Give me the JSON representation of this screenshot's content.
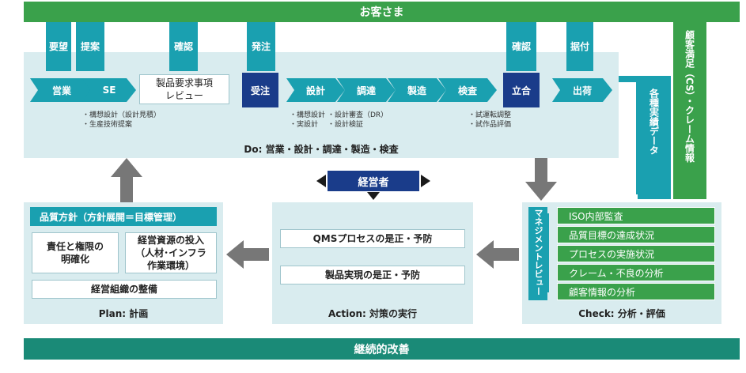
{
  "top_bar": "お客さま",
  "bottom_bar": "継続的改善",
  "tags": {
    "youbou": "要望",
    "teian": "提案",
    "kakunin1": "確認",
    "hacchu": "発注",
    "kakunin2": "確認",
    "suetsuke": "据付"
  },
  "do": {
    "steps": [
      "営業",
      "SE",
      "製品要求事項\nレビュー",
      "受注",
      "設計",
      "調達",
      "製造",
      "検査",
      "立合",
      "出荷"
    ],
    "notes": {
      "se": "・構想設計（設計見積）\n・生産技術提案",
      "design_a": "・構想設計\n・実設計",
      "design_b": "・設計審査（DR）\n・設計検証",
      "inspect": "・試運転調整\n・試作品評価"
    },
    "caption": "Do: 営業・設計・調達・製造・検査"
  },
  "executive": "経営者",
  "plan": {
    "header": "品質方針（方針展開＝目標管理）",
    "box1": "責任と権限の\n明確化",
    "box2": "経営資源の投入\n（人材･インフラ\n作業環境）",
    "box3": "経営組織の整備",
    "caption": "Plan: 計画"
  },
  "action": {
    "box1": "QMSプロセスの是正・予防",
    "box2": "製品実現の是正・予防",
    "caption": "Action: 対策の実行"
  },
  "check": {
    "review": "マネジメントレビュー",
    "items": [
      "ISO内部監査",
      "品質目標の達成状況",
      "プロセスの実施状況",
      "クレーム・不良の分析",
      "顧客情報の分析"
    ],
    "caption": "Check: 分析・評価"
  },
  "side": {
    "data": "各種実績データ",
    "cs": "顧客満足（CS）・クレーム情報"
  },
  "colors": {
    "green": "#3aa14b",
    "teal": "#1aa0b0",
    "navy": "#1a3c8a",
    "dark_teal": "#1a8a77",
    "panel": "#d9ecef",
    "arrow_gray": "#777777"
  }
}
